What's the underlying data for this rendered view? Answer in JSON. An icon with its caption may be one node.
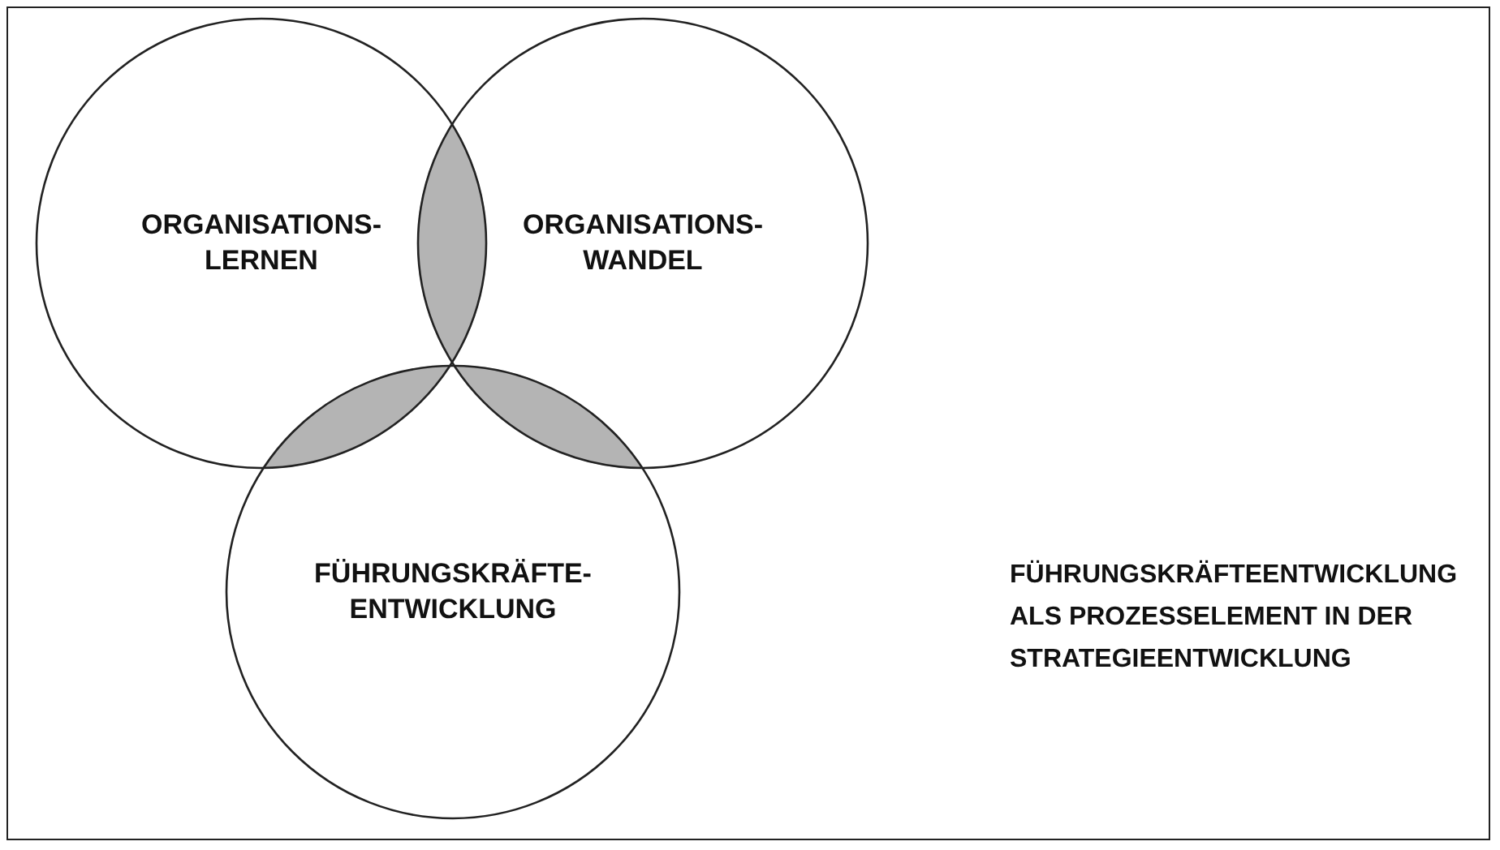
{
  "diagram": {
    "nodes": [
      {
        "text": [
          "ORGANISATIONS- LERNEN"
        ]
      },
      {
        "text": [
          "ORGANISATIONS- WANDEL"
        ]
      },
      {
        "text": [
          "FÜHRUNGSKRÄFTE- ENTWICKLUNG"
        ]
      }
    ],
    "edges": [],
    "labels": [
      "FÜHRUNGSKRÄFTEENTWICKLUNG ALS PROZESSELEMENT IN DER STRATEGIEENTWICKLUNG"
    ]
  }
}
